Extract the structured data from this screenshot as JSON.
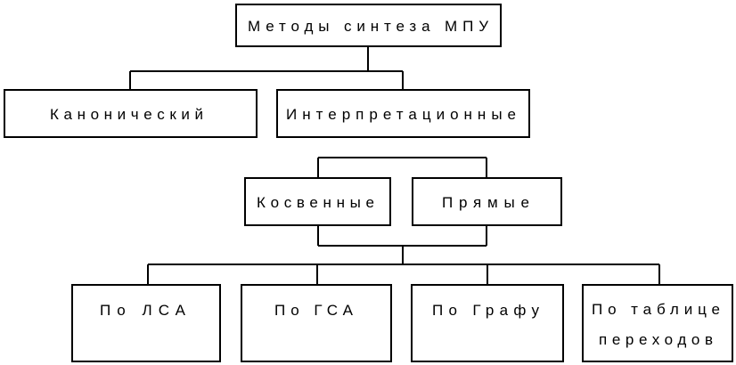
{
  "nodes": {
    "root": "Методы синтеза МПУ",
    "canonical": "Канонический",
    "interpretational": "Интерпретационные",
    "indirect": "Косвенные",
    "direct": "Прямые",
    "by_lsa": "По ЛСА",
    "by_gsa": "По ГСА",
    "by_graph": "По Графу",
    "by_table_line1": "По таблице",
    "by_table_line2": "переходов"
  },
  "colors": {
    "stroke": "#000000",
    "background": "#ffffff"
  }
}
